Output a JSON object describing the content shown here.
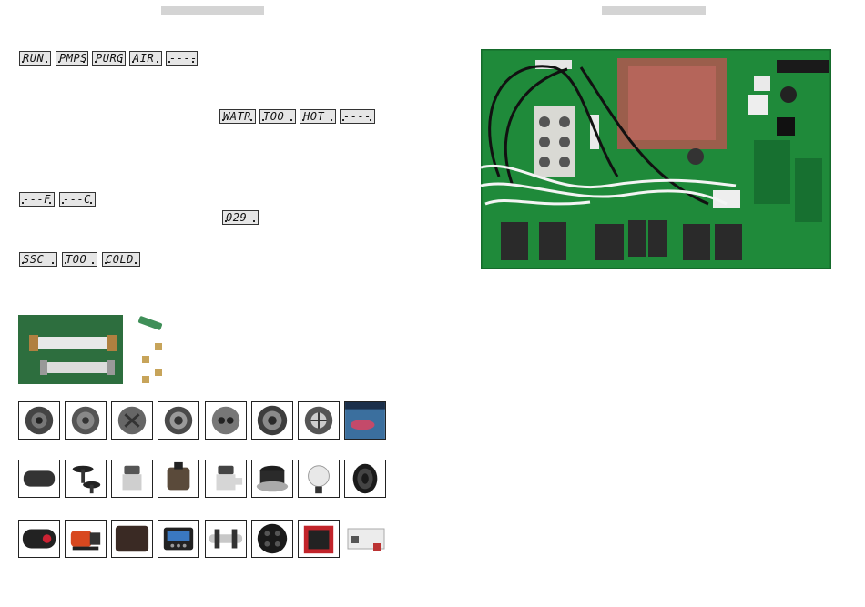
{
  "displays": {
    "row1": [
      "RUN",
      "PMPS",
      "PURG",
      "AIR",
      "----"
    ],
    "row2": [
      "WATR",
      "TOO",
      "HOT",
      "----"
    ],
    "row3": [
      "---F",
      "---C"
    ],
    "row3b": [
      "029"
    ],
    "row4": [
      "SSC",
      "TOO",
      "COLD"
    ]
  },
  "colors": {
    "board": "#1f8a3a",
    "transformer": "#b5655a",
    "lcd_bg": "#e6e6e6",
    "header_bar": "#d4d4d4"
  },
  "thumbnails": {
    "row1": [
      "jet-icon",
      "jet-icon",
      "jet-icon",
      "jet-icon",
      "jet-icon",
      "jet-icon",
      "jet-icon",
      "spa-light-icon"
    ],
    "row2": [
      "pillow-icon",
      "valve-icon",
      "diverter-icon",
      "valve-icon",
      "valve-icon",
      "filter-cap-icon",
      "light-bulb-icon",
      "cable-icon"
    ],
    "row3": [
      "pillow-icon",
      "pump-icon",
      "cover-icon",
      "control-panel-icon",
      "heater-icon",
      "topside-icon",
      "box-icon",
      "heater-assembly-icon"
    ]
  }
}
